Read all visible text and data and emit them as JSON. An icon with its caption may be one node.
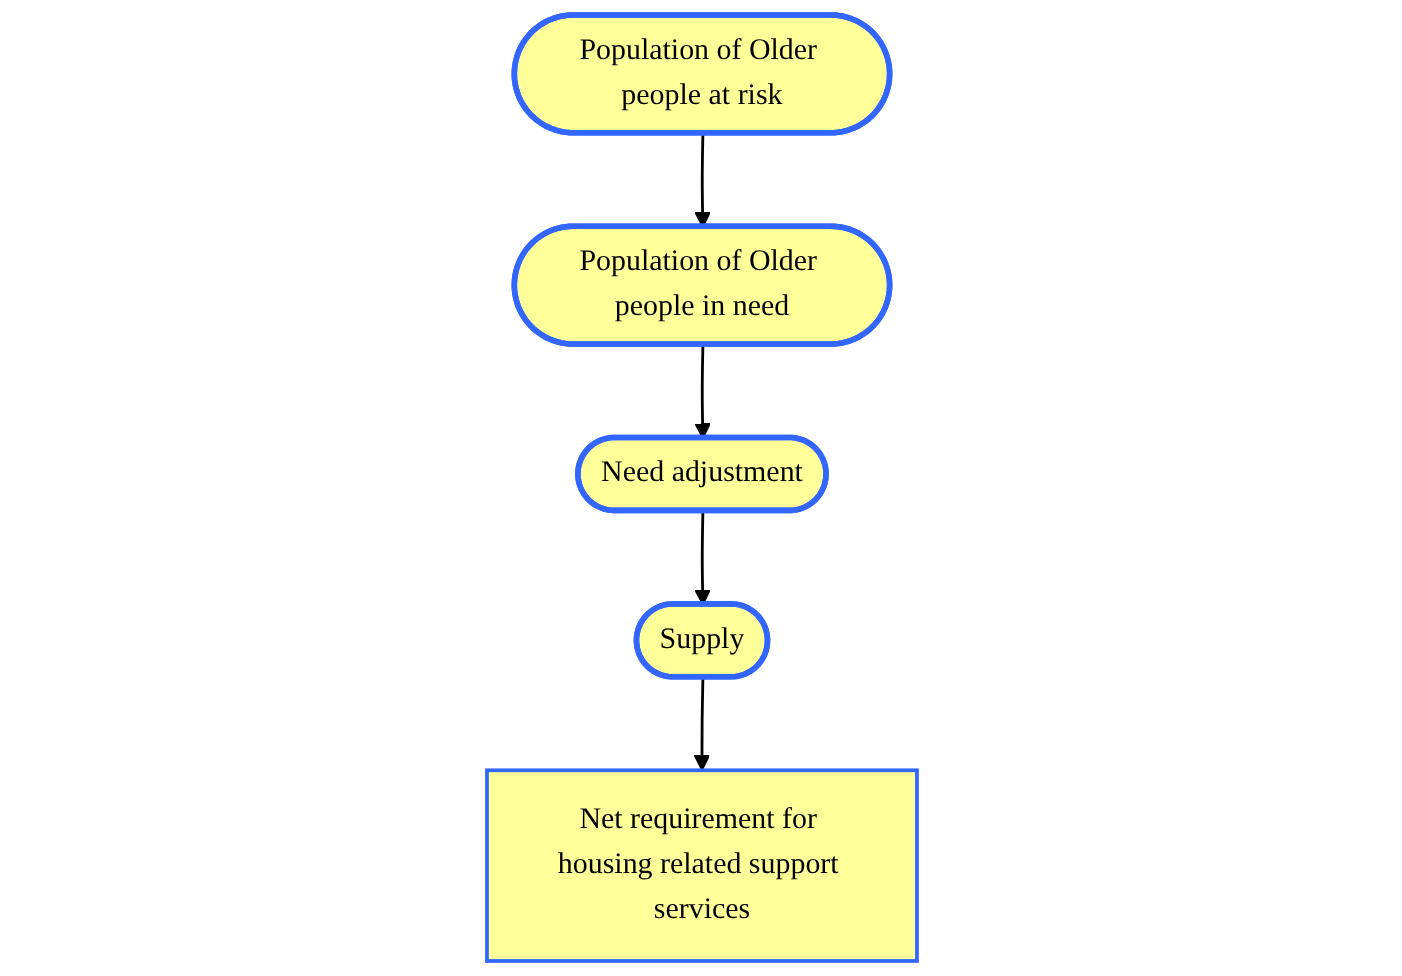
{
  "diagram": {
    "nodes": [
      {
        "text": [
          "Population of Older people at risk"
        ]
      },
      {
        "text": [
          "Population of Older people in need"
        ]
      },
      {
        "text": [
          "Need adjustment"
        ]
      },
      {
        "text": [
          "Supply"
        ]
      },
      {
        "text": [
          "Net requirement for housing related support services"
        ]
      }
    ],
    "edges": [
      {
        "from": 0,
        "to": 1,
        "arrow": "to"
      },
      {
        "from": 1,
        "to": 2,
        "arrow": "to"
      },
      {
        "from": 2,
        "to": 3,
        "arrow": "to"
      },
      {
        "from": 3,
        "to": 4,
        "arrow": "to"
      }
    ]
  }
}
